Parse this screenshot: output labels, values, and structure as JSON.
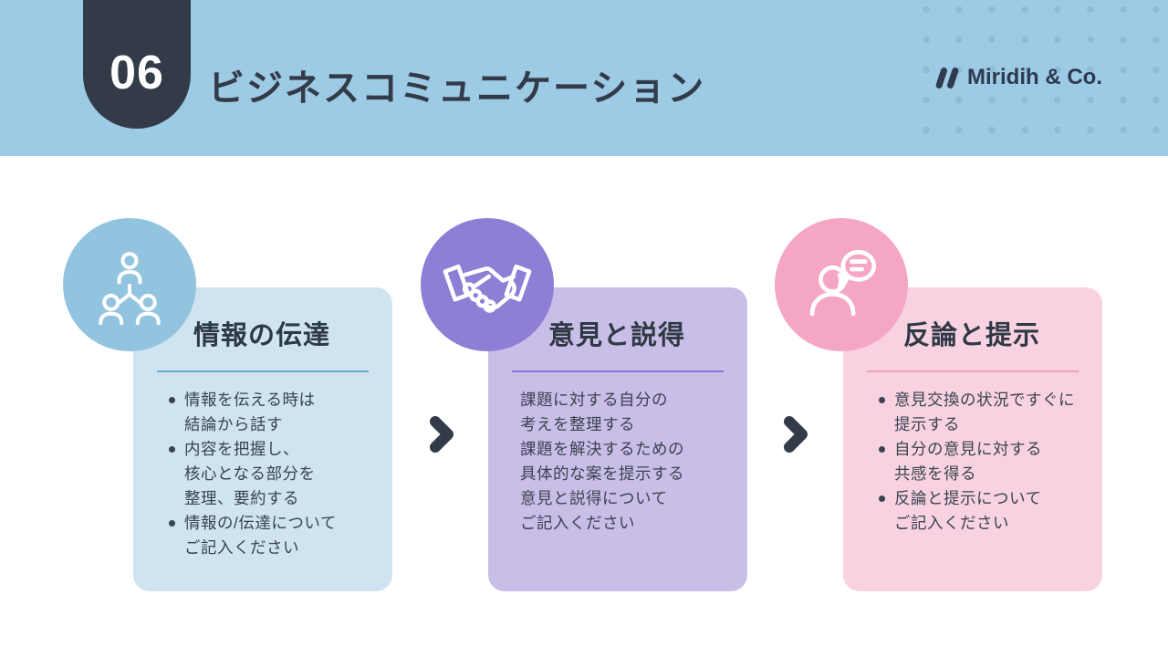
{
  "header": {
    "page_number": "06",
    "title": "ビジネスコミュニケーション",
    "brand": "Miridih & Co.",
    "background": "#9DCAE5",
    "badge_color": "#333B48",
    "dot_color": "#8FBBD5"
  },
  "flow": {
    "arrow_icon": "chevron-right-icon",
    "arrow_color": "#333B48"
  },
  "cards": [
    {
      "title": "情報の伝達",
      "icon": "org-chart-people-icon",
      "background": "#CFE4F0",
      "circle_color": "#92C4DF",
      "divider_color": "#6FA6CB",
      "bulleted": true,
      "bullets": [
        "情報を伝える時は\n結論から話す",
        "内容を把握し、\n核心となる部分を\n整理、要約する",
        "情報の/伝達について\nご記入ください"
      ]
    },
    {
      "title": "意見と説得",
      "icon": "handshake-icon",
      "background": "#C9BEE7",
      "circle_color": "#8F7ED6",
      "divider_color": "#8A76D0",
      "bulleted": false,
      "bullets": [
        "課題に対する自分の\n考えを整理する",
        "課題を解決するための\n具体的な案を提示する",
        "意見と説得について\nご記入ください"
      ]
    },
    {
      "title": "反論と提示",
      "icon": "person-speech-bubble-icon",
      "background": "#F8D2E0",
      "circle_color": "#F4A6C4",
      "divider_color": "#ED9FBB",
      "bulleted": true,
      "bullets": [
        "意見交換の状況ですぐに\n提示する",
        "自分の意見に対する\n共感を得る",
        "反論と提示について\nご記入ください"
      ]
    }
  ]
}
